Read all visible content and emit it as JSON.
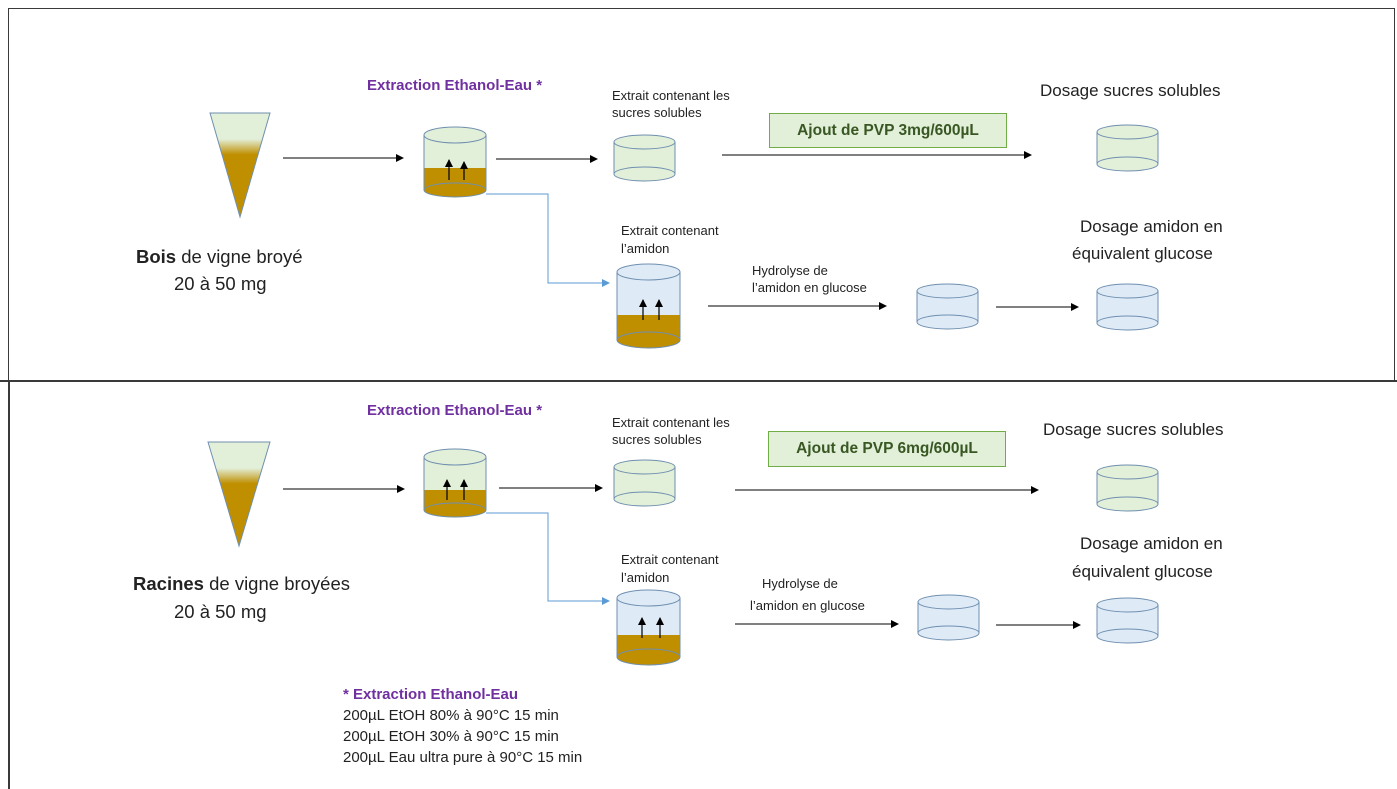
{
  "colors": {
    "purple": "#7030a0",
    "green_box_border": "#70ad47",
    "green_box_fill": "#e2efd9",
    "green_cylinder": "#e2efd9",
    "blue_cylinder": "#deebf7",
    "sediment": "#bf8f00",
    "blue_arrow": "#5b9bd5"
  },
  "top": {
    "extraction_title": "Extraction Ethanol-Eau *",
    "sample_bold": "Bois",
    "sample_rest": " de vigne broyé",
    "sample_mass": "20 à 50 mg",
    "extract_soluble": [
      "Extrait contenant les",
      "sucres solubles"
    ],
    "extract_starch": [
      "Extrait contenant",
      "l’amidon"
    ],
    "pvp": "Ajout de PVP 3mg/600µL",
    "hydrolysis": [
      "Hydrolyse de",
      "l’amidon en glucose"
    ],
    "dosage_soluble": "Dosage sucres solubles",
    "dosage_starch": [
      "Dosage amidon en",
      "équivalent glucose"
    ]
  },
  "bottom": {
    "extraction_title": "Extraction Ethanol-Eau *",
    "sample_bold": "Racines",
    "sample_rest": " de vigne broyées",
    "sample_mass": "20 à 50 mg",
    "extract_soluble": [
      "Extrait contenant les",
      "sucres solubles"
    ],
    "extract_starch": [
      "Extrait contenant",
      "l’amidon"
    ],
    "pvp": "Ajout de PVP 6mg/600µL",
    "hydrolysis": [
      "Hydrolyse de",
      "l’amidon en glucose"
    ],
    "dosage_soluble": "Dosage sucres solubles",
    "dosage_starch": [
      "Dosage amidon en",
      "équivalent glucose"
    ]
  },
  "footnote": {
    "title": "*  Extraction Ethanol-Eau",
    "lines": [
      "200µL EtOH 80%  à 90°C 15 min",
      "200µL EtOH 30%  à 90°C 15 min",
      "200µL Eau ultra pure à  90°C 15 min"
    ]
  }
}
